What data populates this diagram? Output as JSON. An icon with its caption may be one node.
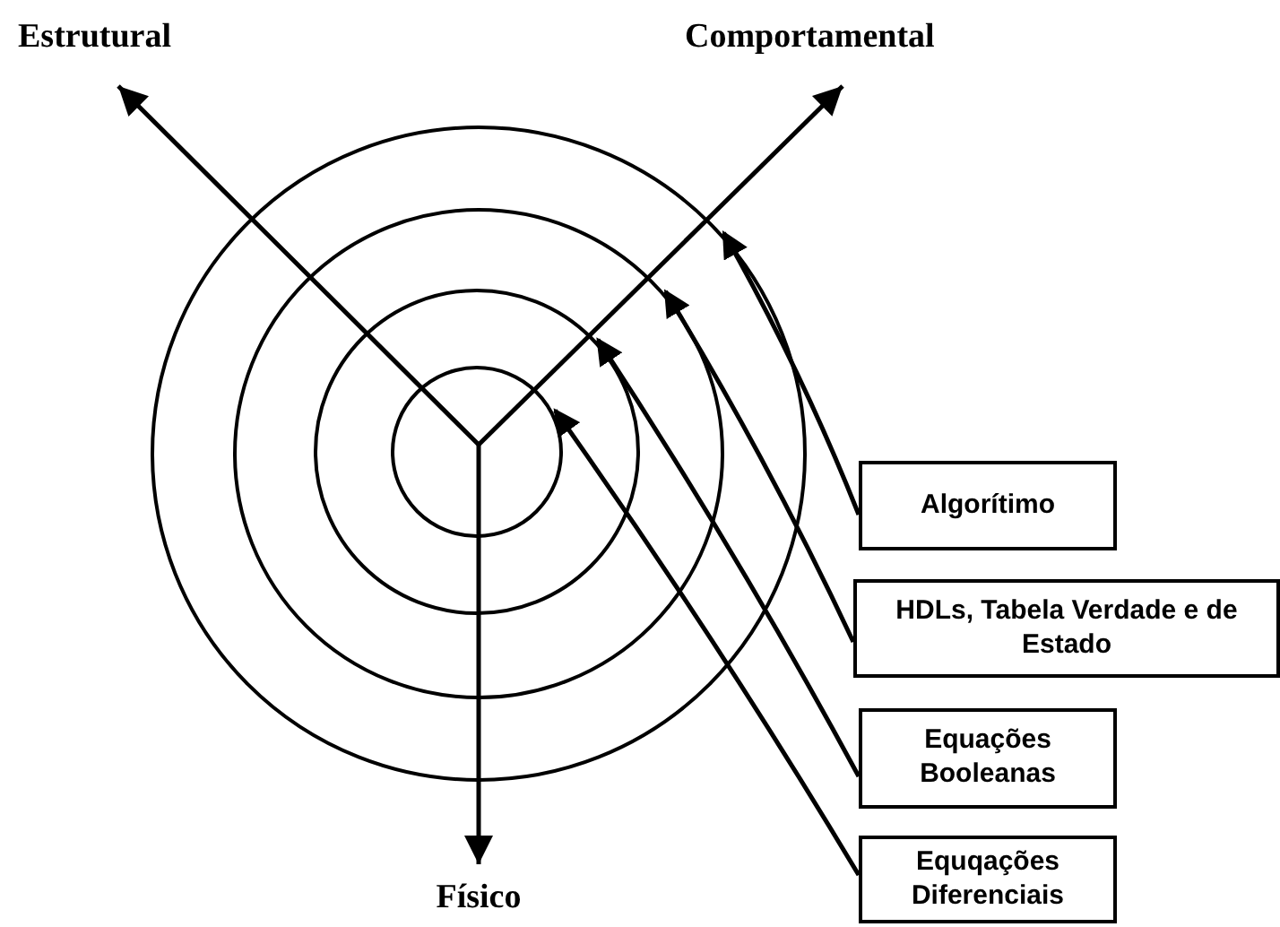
{
  "diagram": {
    "nodes": [
      {
        "text": [],
        "shape": "circle"
      },
      {
        "text": [],
        "shape": "circle",
        "in": 0
      },
      {
        "text": [],
        "shape": "circle",
        "in": 1
      },
      {
        "text": [],
        "shape": "circle",
        "in": 2
      },
      {
        "text": [
          "Algorítimo"
        ]
      },
      {
        "text": [
          "HDLs, Tabela Verdade e de Estado"
        ]
      },
      {
        "text": [
          "Equações Booleanas"
        ]
      },
      {
        "text": [
          "Equqações Diferenciais"
        ]
      }
    ],
    "edges": [
      {
        "from": 4,
        "to": 0,
        "arrow": "to"
      },
      {
        "from": 5,
        "to": 1,
        "arrow": "to"
      },
      {
        "from": 6,
        "to": 2,
        "arrow": "to"
      },
      {
        "from": 7,
        "to": 3,
        "arrow": "to"
      }
    ],
    "labels": [
      "Estrutural",
      "Comportamental",
      "Físico"
    ]
  }
}
